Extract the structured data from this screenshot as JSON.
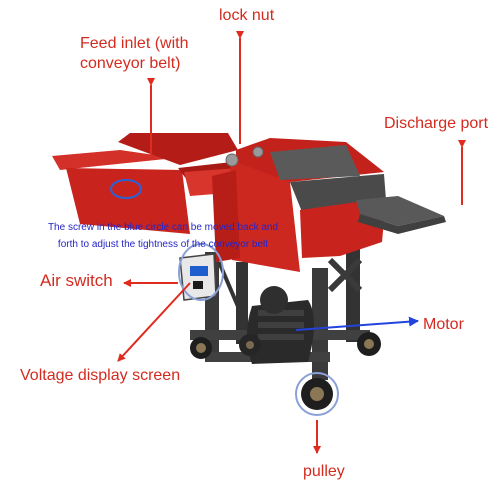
{
  "labels": {
    "feed_inlet": "Feed inlet (with\nconveyor belt)",
    "lock_nut": "lock nut",
    "discharge_port": "Discharge port",
    "screw_note": "The screw in the blue circle can be moved back and\nforth to adjust the tightness of the conveyor belt",
    "air_switch": "Air switch",
    "motor": "Motor",
    "voltage_display": "Voltage display screen",
    "pulley": "pulley"
  },
  "colors": {
    "label_red": "#d32b1f",
    "arrow_red": "#e02b1f",
    "note_blue": "#2424c8",
    "motor_arrow_blue": "#2244dd",
    "machine_red": "#c8241d",
    "machine_dark": "#2b2b2b",
    "panel_gray": "#555555",
    "frame_gray": "#3a3a3a"
  }
}
